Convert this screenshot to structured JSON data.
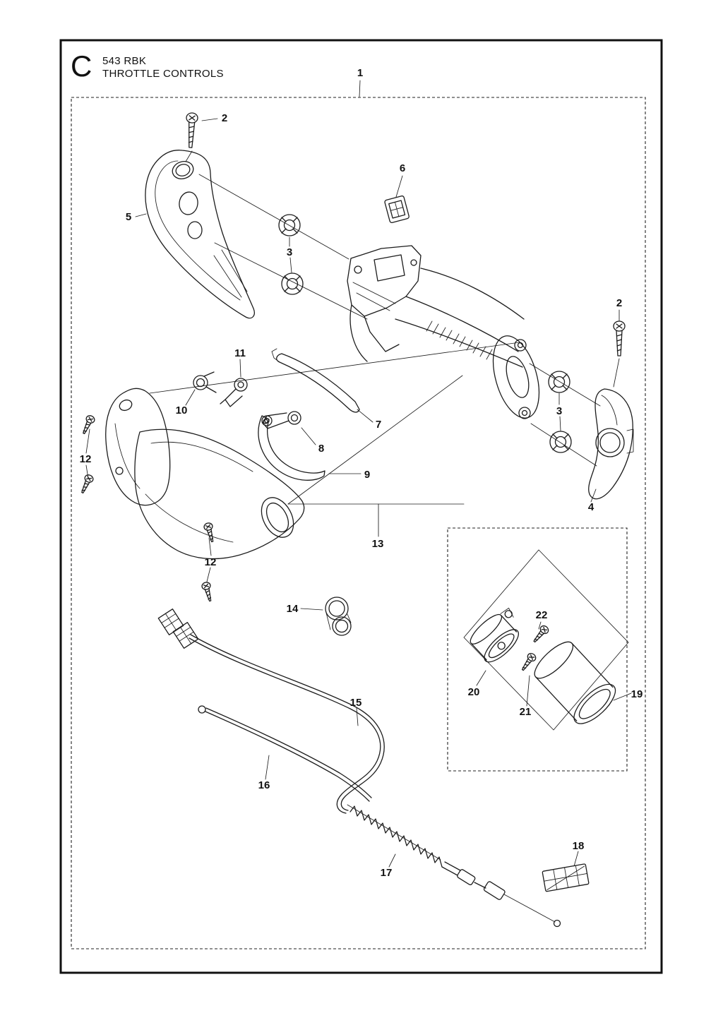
{
  "header": {
    "section_letter": "C",
    "model": "543 RBK",
    "title": "THROTTLE CONTROLS"
  },
  "callouts": {
    "c1": "1",
    "c2_top": "2",
    "c2_right": "2",
    "c3_left": "3",
    "c3_right": "3",
    "c4": "4",
    "c5": "5",
    "c6": "6",
    "c7": "7",
    "c8": "8",
    "c9": "9",
    "c10": "10",
    "c11": "11",
    "c12_left": "12",
    "c12_lower": "12",
    "c13": "13",
    "c14": "14",
    "c15": "15",
    "c16": "16",
    "c17": "17",
    "c18": "18",
    "c19": "19",
    "c20": "20",
    "c21": "21",
    "c22": "22"
  },
  "colors": {
    "line": "#1c1c1c",
    "paper": "#ffffff"
  }
}
